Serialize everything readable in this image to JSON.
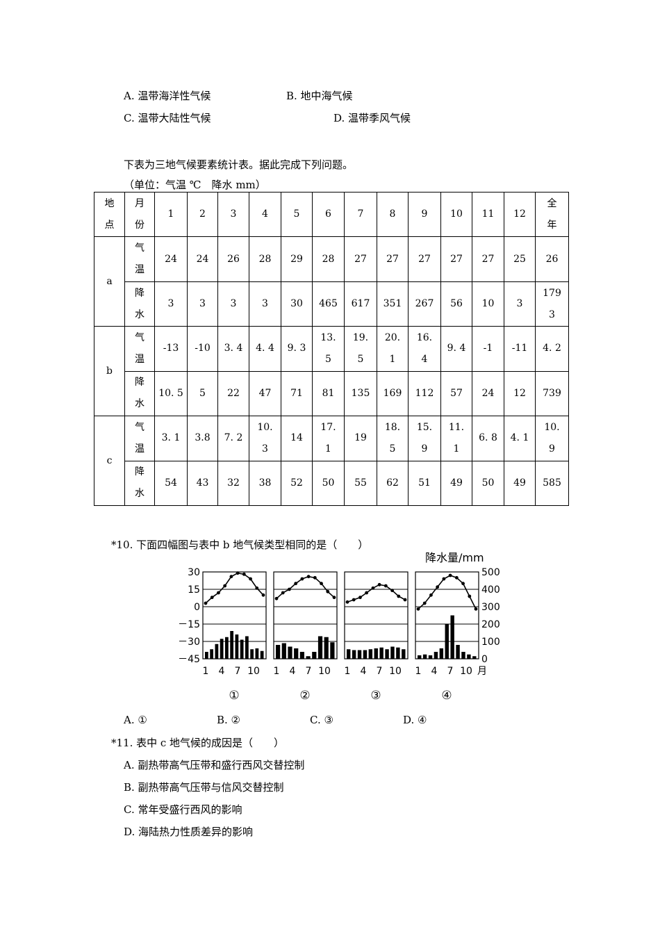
{
  "q9_options": {
    "a": "A. 温带海洋性气候",
    "b": "B. 地中海气候",
    "c": "C. 温带大陆性气候",
    "d": "D. 温带季风气候"
  },
  "intro": "下表为三地气候要素统计表。据此完成下列问题。",
  "unit_note": "（单位：气温 ℃　降水 mm）",
  "table": {
    "h_place": [
      "地",
      "点"
    ],
    "h_month": [
      "月",
      "份"
    ],
    "months": [
      "1",
      "2",
      "3",
      "4",
      "5",
      "6",
      "7",
      "8",
      "9",
      "10",
      "11",
      "12"
    ],
    "h_year": [
      "全",
      "年"
    ],
    "temp_label": [
      "气",
      "温"
    ],
    "precip_label": [
      "降",
      "水"
    ],
    "a": {
      "name": "a",
      "temp": [
        "24",
        "24",
        "26",
        "28",
        "29",
        "28",
        "27",
        "27",
        "27",
        "27",
        "27",
        "25",
        "26"
      ],
      "precip": [
        "3",
        "3",
        "3",
        "3",
        "30",
        "465",
        "617",
        "351",
        "267",
        "56",
        "10",
        "3",
        "1793"
      ]
    },
    "b": {
      "name": "b",
      "temp": [
        "-13",
        "-10",
        "3. 4",
        "4. 4",
        "9. 3",
        "13.5",
        "19.5",
        "20.1",
        "16.4",
        "9. 4",
        "-1",
        "-11",
        "4. 2"
      ],
      "precip": [
        "10. 5",
        "5",
        "22",
        "47",
        "71",
        "81",
        "135",
        "169",
        "112",
        "57",
        "24",
        "12",
        "739"
      ]
    },
    "c": {
      "name": "c",
      "temp": [
        "3. 1",
        "3.8",
        "7. 2",
        "10.3",
        "14",
        "17.1",
        "19",
        "18.5",
        "15.9",
        "11.1",
        "6. 8",
        "4. 1",
        "10.9"
      ],
      "precip": [
        "54",
        "43",
        "32",
        "38",
        "52",
        "50",
        "55",
        "62",
        "51",
        "49",
        "50",
        "49",
        "585"
      ]
    }
  },
  "q10": {
    "stem": "*10. 下面四幅图与表中 b 地气候类型相同的是（　　）",
    "options": {
      "a": "A. ①",
      "b": "B. ②",
      "c": "C. ③",
      "d": "D. ④"
    }
  },
  "charts": {
    "right_axis_title": "降水量/mm",
    "left_ticks": [
      "30",
      "15",
      "0",
      "－15",
      "－30",
      "－45"
    ],
    "right_ticks": [
      "500",
      "400",
      "300",
      "200",
      "100",
      "0"
    ],
    "x_ticks": [
      "1",
      "4",
      "7",
      "10"
    ],
    "month_unit": "月",
    "labels": [
      "①",
      "②",
      "③",
      "④"
    ],
    "temp_range": [
      -45,
      30
    ],
    "precip_range": [
      0,
      500
    ],
    "series": [
      {
        "temp": [
          3,
          8,
          12,
          18,
          26,
          29,
          28,
          24,
          16,
          10
        ],
        "precip": [
          40,
          55,
          85,
          115,
          125,
          160,
          140,
          110,
          130,
          55,
          60,
          45
        ]
      },
      {
        "temp": [
          7,
          12,
          15,
          20,
          24,
          26,
          25,
          20,
          13,
          8
        ],
        "precip": [
          80,
          90,
          70,
          60,
          40,
          15,
          40,
          130,
          125,
          95
        ]
      },
      {
        "temp": [
          4,
          6,
          8,
          12,
          16,
          19,
          18,
          14,
          9,
          6
        ],
        "precip": [
          55,
          50,
          50,
          50,
          55,
          60,
          65,
          55,
          70,
          65,
          55
        ]
      },
      {
        "temp": [
          -2,
          3,
          10,
          17,
          24,
          27,
          25,
          20,
          9,
          -2
        ],
        "precip": [
          20,
          25,
          20,
          40,
          60,
          200,
          250,
          80,
          40,
          25,
          15
        ]
      }
    ]
  },
  "q11": {
    "stem": "*11. 表中 c 地气候的成因是（　　）",
    "options": {
      "a": "A. 副热带高气压带和盛行西风交替控制",
      "b": "B. 副热带高气压带与信风交替控制",
      "c": "C. 常年受盛行西风的影响",
      "d": "D. 海陆热力性质差异的影响"
    }
  }
}
